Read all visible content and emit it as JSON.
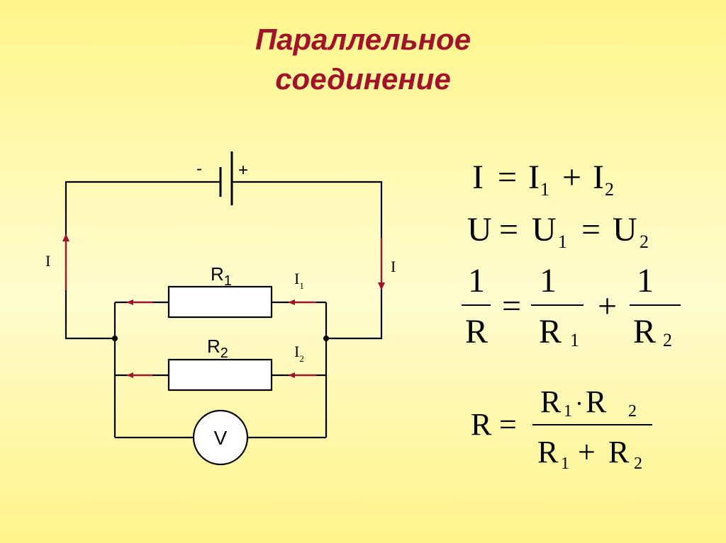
{
  "title": {
    "line1": "Параллельное",
    "line2": "соединение"
  },
  "circuit": {
    "battery_minus": "-",
    "battery_plus": "+",
    "current_left": "I",
    "current_right": "I",
    "r1_letter": "R",
    "r1_sub": "1",
    "r2_letter": "R",
    "r2_sub": "2",
    "i1_letter": "I",
    "i1_sub": "1",
    "i2_letter": "I",
    "i2_sub": "2",
    "voltmeter": "V",
    "wire_color": "#000000",
    "arrow_color": "#a1132b"
  },
  "formulas": {
    "f1": {
      "lhs": "I",
      "eq": "=",
      "t1": "I",
      "s1": "1",
      "plus": "+",
      "t2": "I",
      "s2": "2"
    },
    "f2": {
      "lhs": "U",
      "eq": "=",
      "t1": "U",
      "s1": "1",
      "eq2": "=",
      "t2": "U",
      "s2": "2"
    },
    "f3": {
      "n1": "1",
      "d1": "R",
      "eq": "=",
      "n2": "1",
      "d2": "R",
      "ds2": "1",
      "plus": "+",
      "n3": "1",
      "d3": "R",
      "ds3": "2"
    },
    "f4": {
      "lhs": "R",
      "eq": "=",
      "num_t1": "R",
      "num_s1": "1",
      "dot": "·",
      "num_t2": "R",
      "num_s2": "2",
      "den_t1": "R",
      "den_s1": "1",
      "plus": "+",
      "den_t2": "R",
      "den_s2": "2"
    }
  },
  "colors": {
    "title": "#a1132b"
  }
}
